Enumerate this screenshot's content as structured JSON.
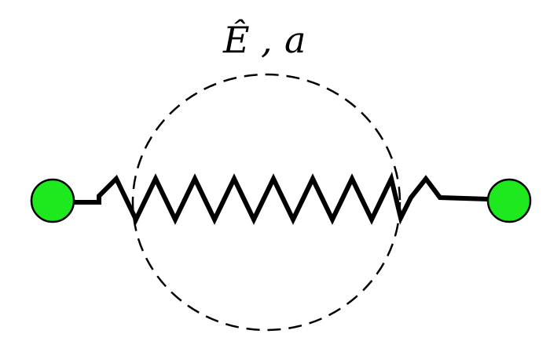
{
  "diagram": {
    "label": {
      "symbol": "Ê",
      "separator": ",",
      "variable": "a"
    },
    "colors": {
      "node_fill": "#1ee81e",
      "node_stroke": "#000000",
      "spring_stroke": "#000000",
      "circle_stroke": "#000000",
      "background": "#ffffff"
    },
    "elements": {
      "left_node": "green-node",
      "right_node": "green-node",
      "spring": "zigzag-spring",
      "boundary": "dashed-circle"
    }
  }
}
